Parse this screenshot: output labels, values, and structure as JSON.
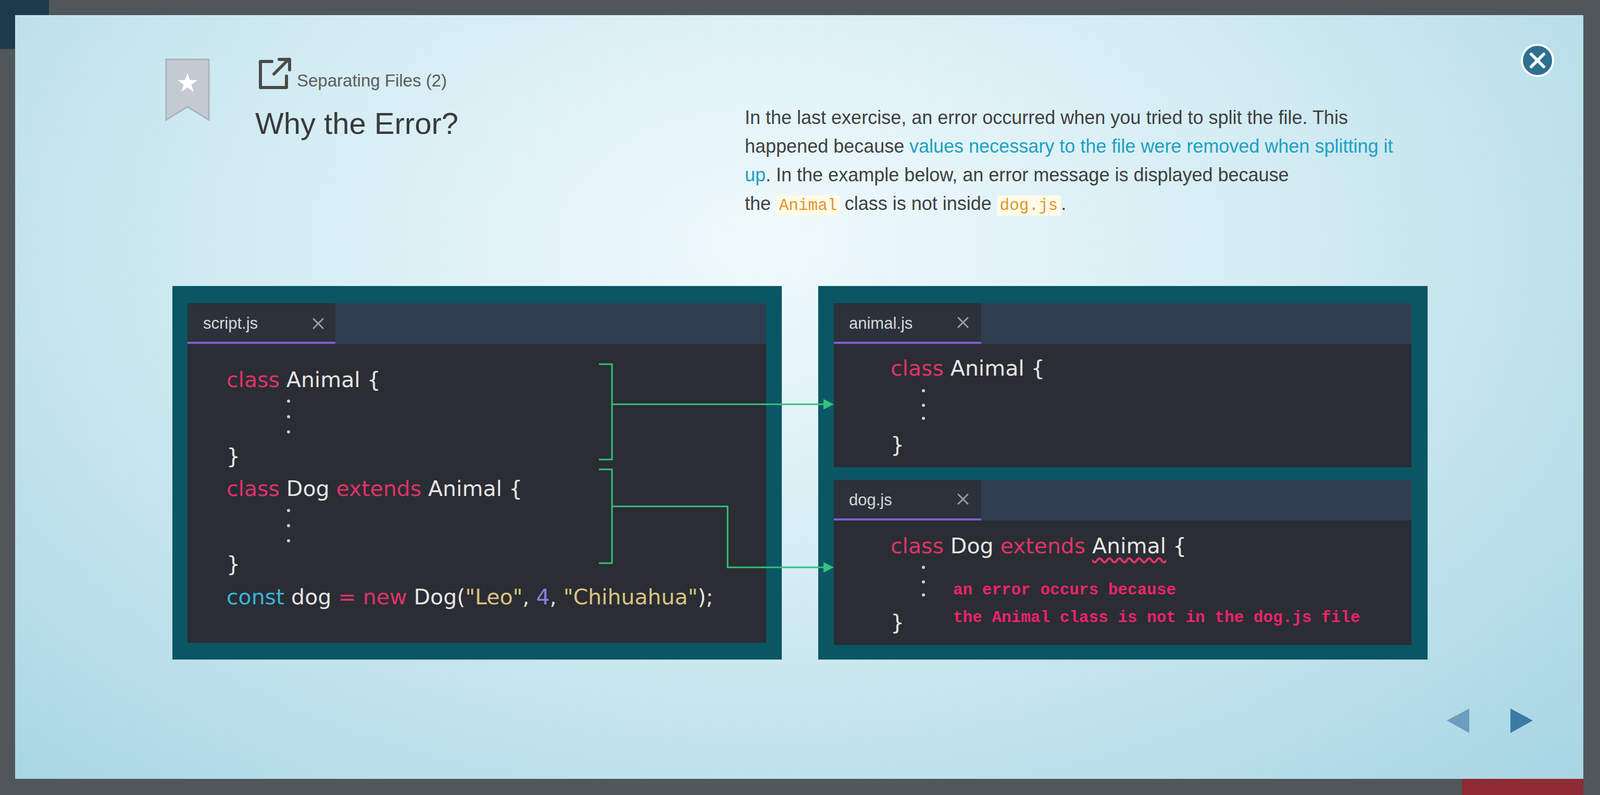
{
  "diagram": {
    "title": "Why the Error?",
    "nodes": [
      {
        "text": [
          "script.js",
          "class Animal {",
          "}",
          "class Dog extends Animal {",
          "}",
          "const dog = new Dog(\"Leo\", 4, \"Chihuahua\");"
        ]
      },
      {
        "text": [
          "animal.js",
          "class Animal {",
          "}"
        ]
      },
      {
        "text": [
          "dog.js",
          "class Dog extends Animal {",
          "}",
          "an error occurs because the Animal class is not in the dog.js file"
        ]
      }
    ],
    "edges": [
      {
        "from": 0,
        "to": 1,
        "arrow": "to"
      },
      {
        "from": 0,
        "to": 2,
        "arrow": "to"
      }
    ],
    "labels": [
      "Separating Files (2)",
      "In the last exercise, an error occurred when you tried to split the file. This happened because",
      "values necessary to the file were removed when splitting it up",
      ". In the example below, an error message is displayed because the",
      "Animal",
      "class is not inside",
      "dog.js",
      "."
    ]
  }
}
